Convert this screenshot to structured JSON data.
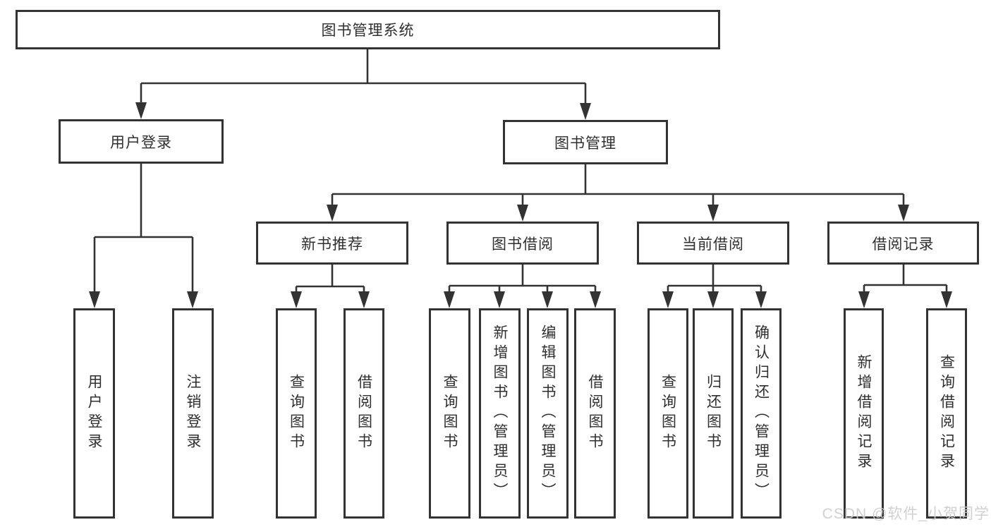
{
  "diagram": {
    "root": {
      "label": "图书管理系统"
    },
    "level2": {
      "user_login": {
        "label": "用户登录"
      },
      "book_mgmt": {
        "label": "图书管理"
      }
    },
    "level3": {
      "new_book": {
        "label": "新书推荐"
      },
      "borrow": {
        "label": "图书借阅"
      },
      "current": {
        "label": "当前借阅"
      },
      "records": {
        "label": "借阅记录"
      }
    },
    "leaves": {
      "user_login_1": "用户登录",
      "user_login_2": "注销登录",
      "new_book_1": "查询图书",
      "new_book_2": "借阅图书",
      "borrow_1": "查询图书",
      "borrow_2": "新增图书（管理员）",
      "borrow_3": "编辑图书（管理员）",
      "borrow_4": "借阅图书",
      "current_1": "查询图书",
      "current_2": "归还图书",
      "current_3": "确认归还（管理员）",
      "records_1": "新增借阅记录",
      "records_2": "查询借阅记录"
    }
  },
  "watermark": "CSDN @软件_小贺同学",
  "colors": {
    "line": "#333333",
    "text": "#2f2f2f",
    "watermark": "#cdcdcd",
    "background": "#ffffff"
  }
}
